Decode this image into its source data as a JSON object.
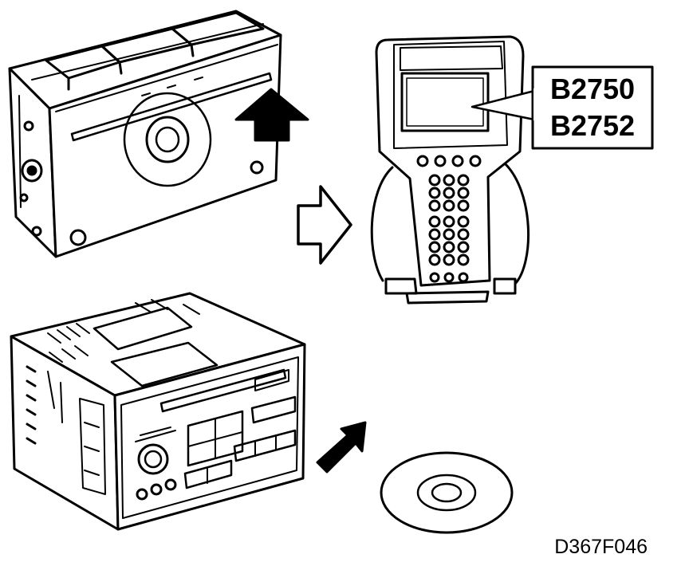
{
  "callout": {
    "code_1": "B2750",
    "code_2": "B2752"
  },
  "figure_id": "D367F046",
  "colors": {
    "ink": "#000000",
    "paper": "#ffffff"
  }
}
